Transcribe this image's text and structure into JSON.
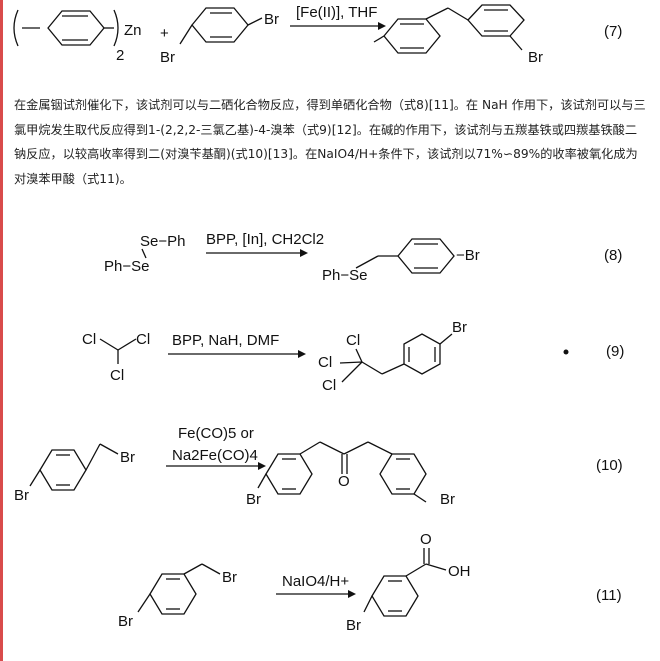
{
  "paragraph": "在金属铟试剂催化下，该试剂可以与二硒化合物反应，得到单硒化合物（式8)[11]。在 NaH 作用下，该试剂可以与三氯甲烷发生取代反应得到1-(2,2,2-三氯乙基)-4-溴苯（式9)[12]。在碱的作用下，该试剂与五羰基铁或四羰基铁酸二钠反应，以较高收率得到二(对溴苄基酮)(式10)[13]。在NaIO4/H+条件下，该试剂以71%∽89%的收率被氧化成为对溴苯甲酸（式11)。",
  "schemes": {
    "s7": {
      "label": "(7)",
      "reagent": "[Fe(II)], THF",
      "zn": "Zn",
      "subscript_2": "2",
      "plus": "+",
      "br_reactant": "Br",
      "br_sm_ring": "Br",
      "br_product": "Br"
    },
    "s8": {
      "label": "(8)",
      "reagent": "BPP, [In], CH2Cl2",
      "se_ph_top": "Se−Ph",
      "ph_se_bottom": "Ph−Se",
      "ph_se_product": "Ph−Se",
      "br": "−Br"
    },
    "s9": {
      "label": "(9)",
      "reagent": "BPP, NaH, DMF",
      "cl": "Cl",
      "br": "Br"
    },
    "s10": {
      "label": "(10)",
      "reagent_line1": "Fe(CO)5 or",
      "reagent_line2": "Na2Fe(CO)4",
      "br": "Br",
      "o": "O"
    },
    "s11": {
      "label": "(11)",
      "reagent": "NaIO4/H+",
      "br": "Br",
      "o": "O",
      "oh": "OH"
    }
  }
}
